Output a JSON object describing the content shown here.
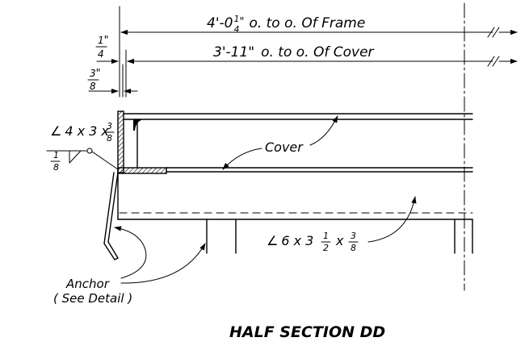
{
  "dims": {
    "frame": {
      "main": "4'-0",
      "frac_num": "1",
      "frac_den": "4",
      "unit": "\"",
      "rest": "o. to o. Of Frame"
    },
    "cover": {
      "main": "3'-11\"",
      "rest": "o. to o. Of Cover"
    },
    "quarter": {
      "num": "1",
      "den": "4",
      "unit": "\""
    },
    "eighth3": {
      "num": "3",
      "den": "8",
      "unit": "\""
    }
  },
  "labels": {
    "angle_top": {
      "symbol": "∠",
      "main": "4 x 3 x",
      "num": "3",
      "den": "8"
    },
    "weld": {
      "num": "1",
      "den": "8"
    },
    "cover": "Cover",
    "angle_bottom": {
      "symbol": "∠",
      "main": "6 x 3",
      "mid_num": "1",
      "mid_den": "2",
      "x": "x",
      "num": "3",
      "den": "8"
    },
    "anchor": "Anchor",
    "anchor_detail": "( See Detail )"
  },
  "title": "HALF SECTION DD"
}
